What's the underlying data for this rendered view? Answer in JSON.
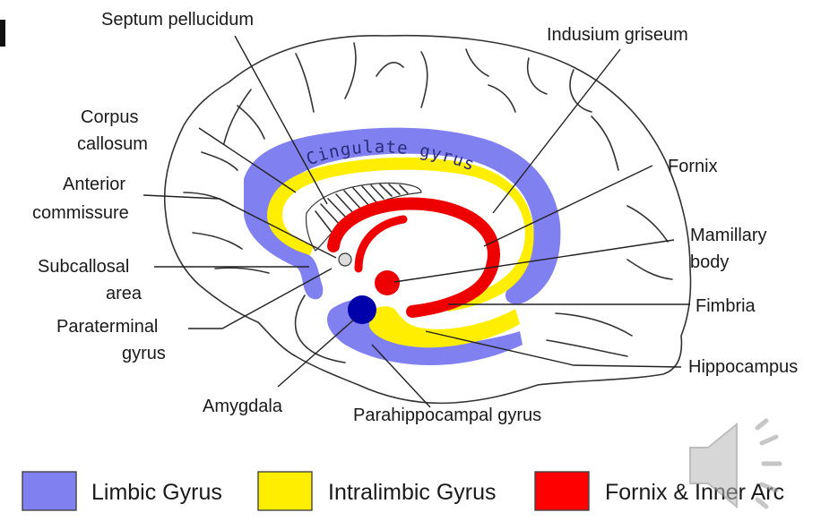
{
  "labels": {
    "septum_pellucidum": "Septum pellucidum",
    "indusium_griseum": "Indusium griseum",
    "corpus_callosum_1": "Corpus",
    "corpus_callosum_2": "callosum",
    "fornix": "Fornix",
    "anterior_commissure_1": "Anterior",
    "anterior_commissure_2": "commissure",
    "mamillary_body_1": "Mamillary",
    "mamillary_body_2": "body",
    "subcallosal_area_1": "Subcallosal",
    "subcallosal_area_2": "area",
    "fimbria": "Fimbria",
    "paraterminal_gyrus_1": "Paraterminal",
    "paraterminal_gyrus_2": "gyrus",
    "hippocampus": "Hippocampus",
    "amygdala": "Amygdala",
    "parahippocampal_gyrus": "Parahippocampal gyrus",
    "cingulate_gyrus": "Cingulate gyrus"
  },
  "legend": [
    {
      "label": "Limbic Gyrus",
      "color": "#8080f0"
    },
    {
      "label": "Intralimbic Gyrus",
      "color": "#ffee00"
    },
    {
      "label": "Fornix & Inner Arc",
      "color": "#ff0000"
    }
  ],
  "colors": {
    "limbic": "#8080f0",
    "intralimbic": "#ffee00",
    "fornix": "#ee0000",
    "amygdala": "#0000aa",
    "commissure": "#dddddd"
  },
  "icons": {
    "speaker": "speaker-icon"
  }
}
